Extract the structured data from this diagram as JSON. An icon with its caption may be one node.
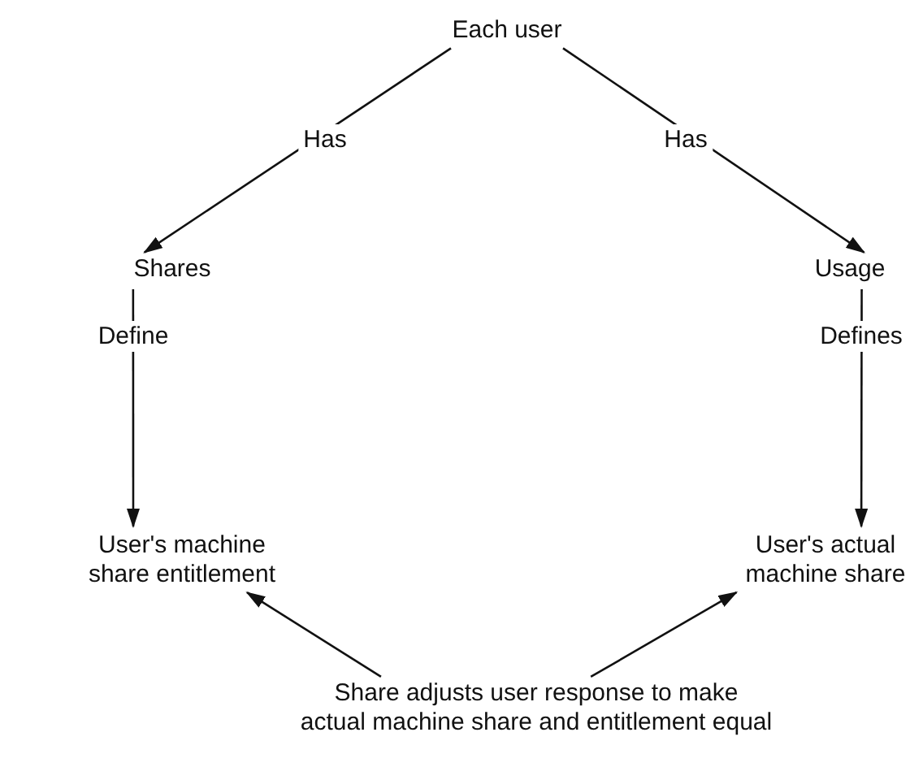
{
  "diagram": {
    "nodes": [
      {
        "text": [
          "Each user"
        ]
      },
      {
        "text": [
          "Shares"
        ]
      },
      {
        "text": [
          "Usage"
        ]
      },
      {
        "text": [
          "User's machine share entitlement"
        ]
      },
      {
        "text": [
          "User's actual machine share"
        ]
      },
      {
        "text": [
          "Share adjusts user response to make actual machine share and entitlement equal"
        ]
      }
    ],
    "edges": [
      {
        "from": 0,
        "to": 1,
        "arrow": "to",
        "label": "Has"
      },
      {
        "from": 0,
        "to": 2,
        "arrow": "to",
        "label": "Has"
      },
      {
        "from": 1,
        "to": 3,
        "arrow": "to",
        "label": "Define"
      },
      {
        "from": 2,
        "to": 4,
        "arrow": "to",
        "label": "Defines"
      },
      {
        "from": 5,
        "to": 3,
        "arrow": "to"
      },
      {
        "from": 5,
        "to": 4,
        "arrow": "to"
      }
    ]
  }
}
